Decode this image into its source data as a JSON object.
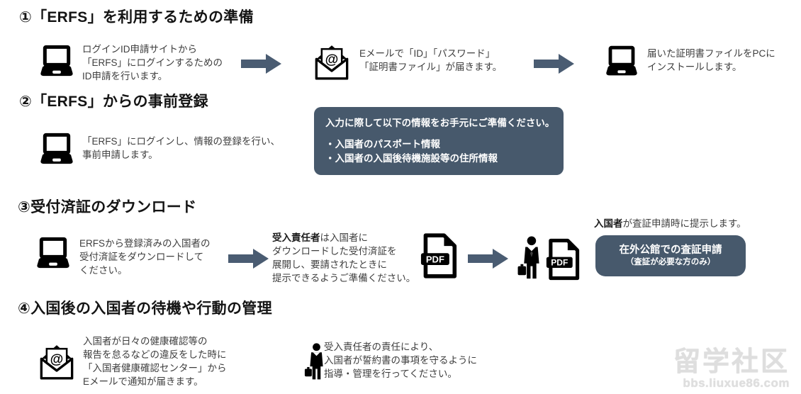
{
  "colors": {
    "accent": "#4a5c72",
    "panel": "#47596c",
    "text": "#3e3e3e",
    "heading": "#141414",
    "watermark": "#dedede"
  },
  "sections": {
    "s1": {
      "heading": "①「ERFS」を利用するための準備",
      "step1_text": "ログインID申請サイトから\n「ERFS」にログインするための\nID申請を行います。",
      "step2_text": "Eメールで「ID」「パスワード」\n「証明書ファイル」が届きます。",
      "step3_text": "届いた証明書ファイルをPCに\nインストールします。"
    },
    "s2": {
      "heading": "②「ERFS」からの事前登録",
      "step_text": "「ERFS」にログインし、情報の登録を行い、\n事前申請します。",
      "panel_title": "入力に際して以下の情報をお手元にご準備ください。",
      "panel_items": [
        "・入国者のパスポート情報",
        "・入国者の入国後待機施設等の住所情報"
      ]
    },
    "s3": {
      "heading": "③受付済証のダウンロード",
      "step1_text": "ERFSから登録済みの入国者の\n受付済証をダウンロードして\nください。",
      "step2_bold": "受入責任者",
      "step2_rest": "は入国者に\nダウンロードした受付済証を\n展開し、要請されたときに\n提示できるようご準備ください。",
      "note_bold": "入国者",
      "note_rest": "が査証申請時に提示します。",
      "pdf_label": "PDF",
      "panel_title": "在外公館での査証申請",
      "panel_sub": "（査証が必要な方のみ）"
    },
    "s4": {
      "heading": "④入国後の入国者の待機や行動の管理",
      "step1_text": "入国者が日々の健康確認等の\n報告を怠るなどの違反をした時に\n「入国者健康確認センター」から\nEメールで通知が届きます。",
      "step2_text": "受入責任者の責任により、\n入国者が誓約書の事項を守るように\n指導・管理を行ってください。"
    }
  },
  "watermark": {
    "title": "留学社区",
    "url": "bbs.liuxue86.com"
  }
}
